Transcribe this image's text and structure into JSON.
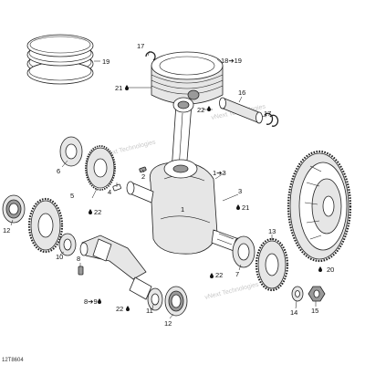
{
  "diagram": {
    "drawing_id": "12T8604",
    "watermark": "vNext Technologies",
    "callouts": {
      "c1": "1",
      "c1_to_3": "1➔3",
      "c2": "2",
      "c3": "3",
      "c4": "4",
      "c5": "5",
      "c6": "6",
      "c7": "7",
      "c8": "8",
      "c8_to_9": "8➔9",
      "c10": "10",
      "c11": "11",
      "c12_left": "12",
      "c12_bottom": "12",
      "c13": "13",
      "c14": "14",
      "c15": "15",
      "c16": "16",
      "c17_top": "17",
      "c17_right": "17",
      "c18_to_19": "18➔19",
      "c19": "19",
      "c20": "20",
      "c21_piston": "21",
      "c21_crank": "21",
      "c22_rod": "22",
      "c22_gear": "22",
      "c22_crank": "22",
      "c22_shaft": "22"
    }
  }
}
